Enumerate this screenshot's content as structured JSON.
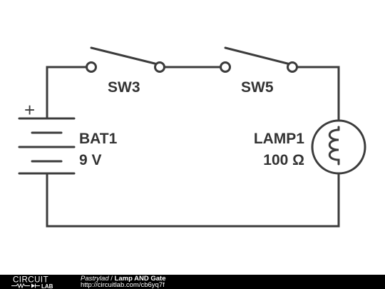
{
  "circuit": {
    "components": {
      "sw3": {
        "label": "SW3"
      },
      "sw5": {
        "label": "SW5"
      },
      "bat1": {
        "name": "BAT1",
        "value": "9 V",
        "polarity": "+"
      },
      "lamp1": {
        "name": "LAMP1",
        "value": "100 Ω"
      }
    },
    "colors": {
      "wire": "#3c3c3c",
      "label": "#333333"
    }
  },
  "footer": {
    "logo_top": "CIRCUIT",
    "logo_bottom": "LAB",
    "author": "Pastrylad",
    "separator": "/",
    "title": "Lamp AND Gate",
    "url": "http://circuitlab.com/cb6yq7f",
    "background": "#000000"
  }
}
